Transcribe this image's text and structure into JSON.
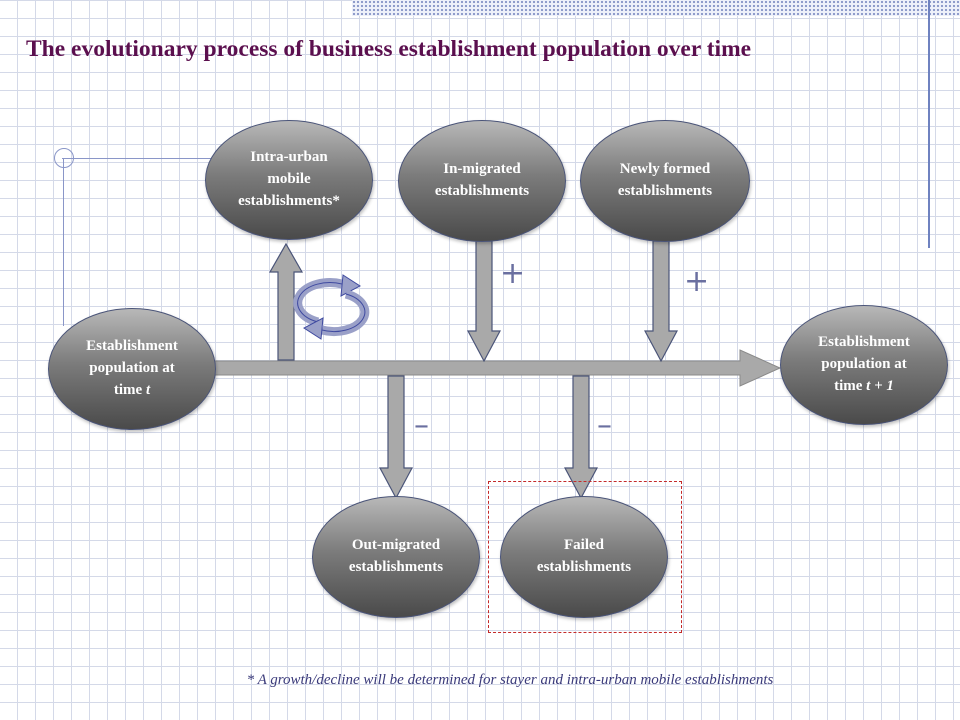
{
  "title": "The evolutionary process of business establishment population over time",
  "nodes": {
    "intra_urban": [
      "Intra-urban",
      "mobile",
      "establishments*"
    ],
    "in_migrated": [
      "In-migrated",
      "establishments"
    ],
    "newly_formed": [
      "Newly formed",
      "establishments"
    ],
    "population_t": {
      "line1": "Establishment",
      "line2": "population at",
      "line3_prefix": "time ",
      "line3_var": "t"
    },
    "population_t1": {
      "line1": "Establishment",
      "line2": "population at",
      "line3_prefix": "time ",
      "line3_var": "t + 1"
    },
    "out_migrated": [
      "Out-migrated",
      "establishments"
    ],
    "failed": [
      "Failed",
      "establishments"
    ]
  },
  "signs": {
    "plus": "+",
    "minus": "–"
  },
  "footnote": "* A growth/decline will be determined for stayer and intra-urban mobile establishments",
  "colors": {
    "title": "#5b0f4e",
    "arrow_fill": "#a9a9a9",
    "arrow_stroke": "#4a5478",
    "highlight_box": "#c42a2a"
  }
}
